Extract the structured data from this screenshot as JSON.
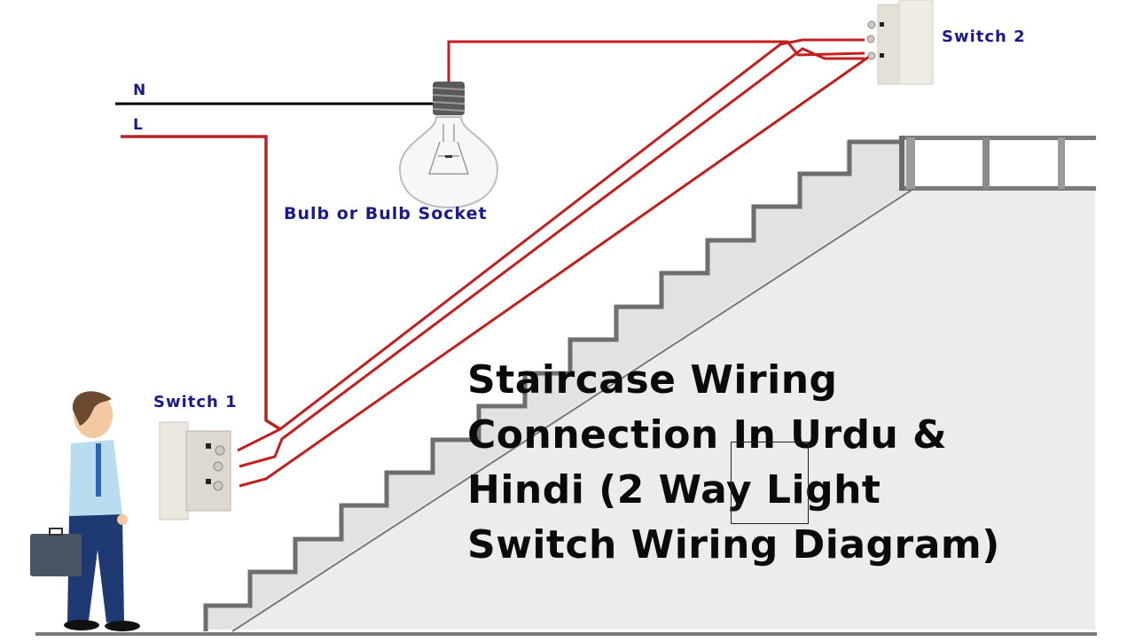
{
  "diagram": {
    "title_lines": [
      "Staircase Wiring",
      "Connection In Urdu &",
      "Hindi (2 Way Light",
      "Switch Wiring Diagram)"
    ],
    "labels": {
      "neutral": "N",
      "live": "L",
      "bulb": "Bulb or Bulb Socket",
      "switch1": "Switch 1",
      "switch2": "Switch 2"
    },
    "colors": {
      "live_wire": "#c81e1e",
      "neutral_wire": "#000000",
      "label_text": "#1a1a8c",
      "title_text": "#0a0a0a",
      "stair_stroke": "#6e6e6e",
      "wall_fill": "#ececec",
      "switch_body": "#e8e4dc"
    },
    "components": [
      {
        "id": "bulb",
        "type": "light-bulb"
      },
      {
        "id": "switch1",
        "type": "two-way-switch",
        "terminals": 3
      },
      {
        "id": "switch2",
        "type": "two-way-switch",
        "terminals": 3
      },
      {
        "id": "person",
        "type": "walking-man-with-briefcase"
      },
      {
        "id": "staircase",
        "type": "staircase-with-railing"
      }
    ]
  }
}
